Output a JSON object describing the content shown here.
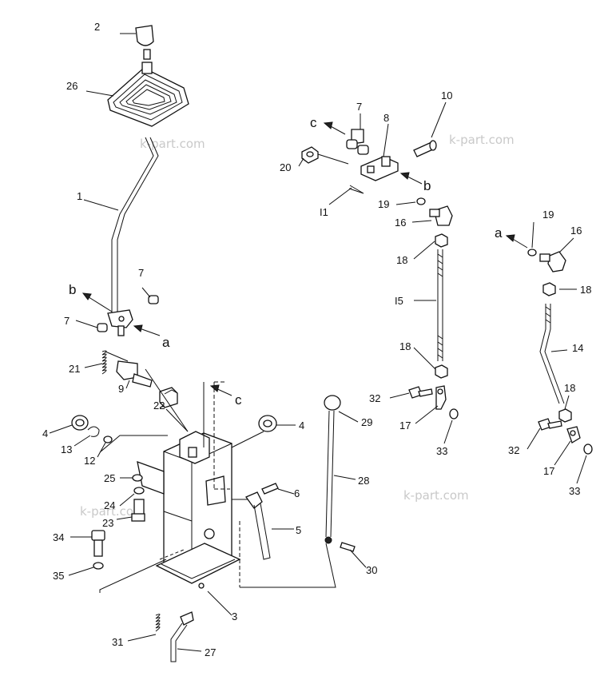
{
  "watermarks": [
    "k-part.com",
    "k-part.com",
    "k-part.com",
    "k-part.com"
  ],
  "labels": {
    "l1": "1",
    "l2": "2",
    "l3": "3",
    "l4a": "4",
    "l4b": "4",
    "l5": "5",
    "l6": "6",
    "l7a": "7",
    "l7b": "7",
    "l7c": "7",
    "l8": "8",
    "l9": "9",
    "l10": "10",
    "l11": "I1",
    "l12": "12",
    "l13": "13",
    "l14": "14",
    "l15": "I5",
    "l16a": "16",
    "l16b": "16",
    "l17a": "17",
    "l17b": "17",
    "l18a": "18",
    "l18b": "18",
    "l18c": "18",
    "l18d": "18",
    "l19a": "19",
    "l19b": "19",
    "l20": "20",
    "l21": "21",
    "l22": "22",
    "l23": "23",
    "l24": "24",
    "l25": "25",
    "l26": "26",
    "l27": "27",
    "l28": "28",
    "l29": "29",
    "l30": "30",
    "l31": "31",
    "l32a": "32",
    "l32b": "32",
    "l33a": "33",
    "l33b": "33",
    "l34": "34",
    "l35": "35"
  },
  "refs": {
    "a1": "a",
    "a2": "a",
    "b1": "b",
    "b2": "b",
    "c1": "c",
    "c2": "c"
  }
}
